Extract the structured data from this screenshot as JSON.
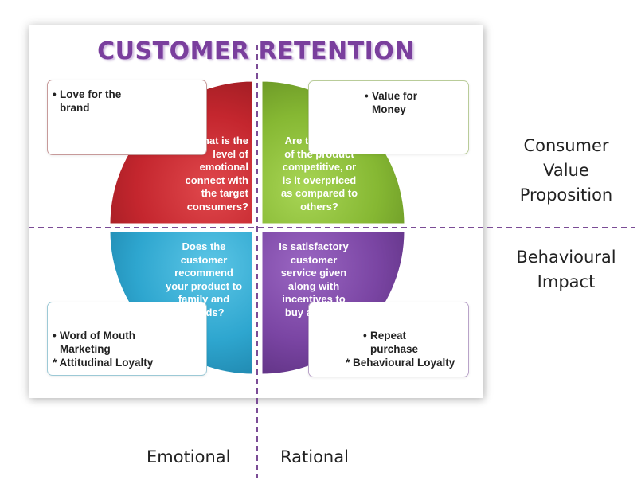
{
  "title": "CUSTOMER RETENTION",
  "quadrants": {
    "top_left": {
      "color": "#c4262e",
      "question": [
        "What is the",
        "level of",
        "emotional",
        "connect with",
        "the target",
        "consumers?"
      ],
      "note": [
        "Love for the",
        "brand"
      ]
    },
    "top_right": {
      "color": "#86b833",
      "question": [
        "Are the prices",
        "of the product",
        "competitive, or",
        "is it overpriced",
        "as compared to",
        "others?"
      ],
      "note": [
        "Value for",
        "Money"
      ]
    },
    "bottom_left": {
      "color": "#2ea6cf",
      "question": [
        "Does the",
        "customer",
        "recommend",
        "your product to",
        "family and",
        "friends?"
      ],
      "note": [
        "Word of Mouth",
        "Marketing"
      ],
      "loyalty": "* Attitudinal Loyalty"
    },
    "bottom_right": {
      "color": "#7a45a3",
      "question": [
        "Is satisfactory",
        "customer",
        "service given",
        "along with",
        "incentives to",
        "buy again ?"
      ],
      "note": [
        "Repeat",
        "purchase"
      ],
      "loyalty": "* Behavioural Loyalty"
    }
  },
  "row_labels": {
    "top": [
      "Consumer",
      "Value",
      "Proposition"
    ],
    "bottom": [
      "Behavioural",
      "Impact"
    ]
  },
  "column_labels": {
    "left": "Emotional",
    "right": "Rational"
  },
  "divider_color": "#7b4c96"
}
